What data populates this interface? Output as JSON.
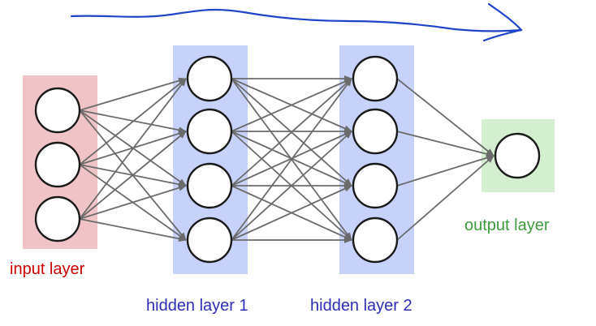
{
  "diagram": {
    "layers": [
      {
        "id": "input",
        "label": "input layer",
        "neurons": 3,
        "color": "#cc0000",
        "fill": "#f0c4c6"
      },
      {
        "id": "hidden1",
        "label": "hidden layer 1",
        "neurons": 4,
        "color": "#2d2db8",
        "fill": "#c7d2fa"
      },
      {
        "id": "hidden2",
        "label": "hidden layer 2",
        "neurons": 4,
        "color": "#2d2db8",
        "fill": "#c7d2fa"
      },
      {
        "id": "output",
        "label": "output layer",
        "neurons": 1,
        "color": "#3d9a3d",
        "fill": "#d3efcf"
      }
    ],
    "connection": "fully-connected",
    "edge_color": "#6b6b6b",
    "annotation_color": "#1e44c8"
  }
}
